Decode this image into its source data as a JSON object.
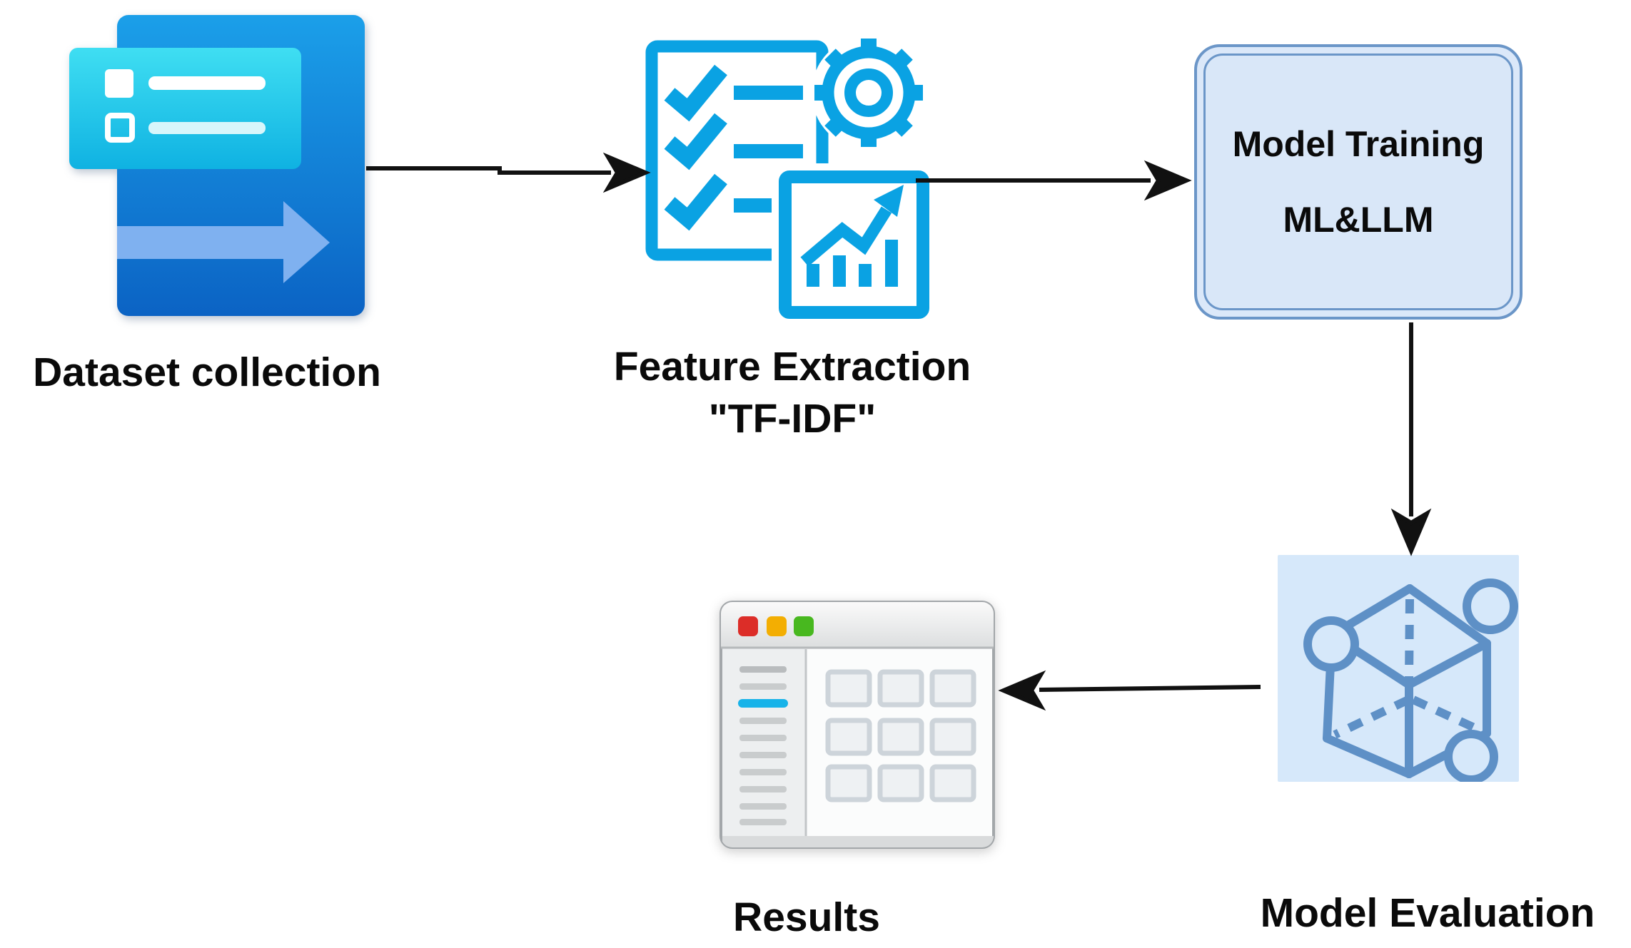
{
  "figure": {
    "title": "ML pipeline flow diagram",
    "background": "#ffffff"
  },
  "nodes": {
    "dataset_collection": {
      "label": "Dataset collection",
      "icon": "dataset-document-icon"
    },
    "feature_extraction": {
      "label": "Feature Extraction",
      "sublabel": "\"TF-IDF\"",
      "icon": "checklist-gear-chart-icon"
    },
    "model_training": {
      "title": "Model Training",
      "subtitle": "ML&LLM",
      "shape": "double-rounded-rectangle"
    },
    "model_evaluation": {
      "label": "Model Evaluation",
      "icon": "cube-wireframe-icon"
    },
    "results": {
      "label": "Results",
      "icon": "app-window-grid-icon"
    }
  },
  "edges": [
    {
      "from": "dataset_collection",
      "to": "feature_extraction",
      "direction": "right"
    },
    {
      "from": "feature_extraction",
      "to": "model_training",
      "direction": "right"
    },
    {
      "from": "model_training",
      "to": "model_evaluation",
      "direction": "down"
    },
    {
      "from": "model_evaluation",
      "to": "results",
      "direction": "left"
    }
  ],
  "colors": {
    "icon_bright_blue": "#0aa2e3",
    "document_blue_top": "#1b9fe9",
    "document_blue_bottom": "#0b63c4",
    "card_cyan_top": "#3fdef2",
    "card_cyan_bottom": "#0fb2e2",
    "soft_arrow_blue": "#7fb1f0",
    "training_box_fill": "#d9e7f8",
    "training_box_border": "#6b96c8",
    "evaluation_box_fill": "#d6e8fa",
    "evaluation_icon_stroke": "#5e90c6",
    "connector_black": "#111111",
    "traffic_light_red": "#dc2d28",
    "traffic_light_yellow": "#f3ae02",
    "traffic_light_green": "#48b81f",
    "sidebar_highlight_cyan": "#17b3e9",
    "label_text": "#0a0a0a"
  }
}
